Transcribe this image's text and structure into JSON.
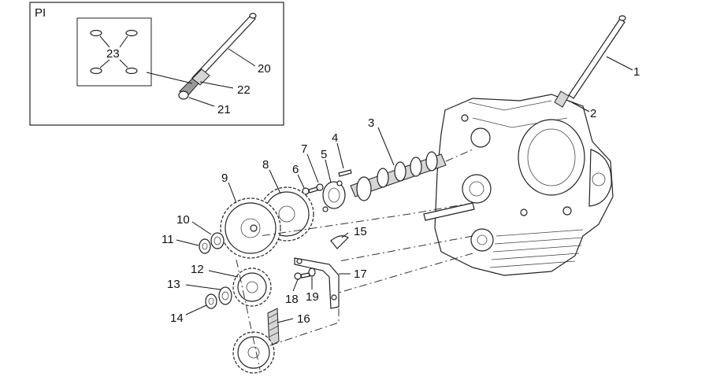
{
  "diagram": {
    "inset_label": "PI",
    "callouts": [
      {
        "id": "1",
        "text": "1"
      },
      {
        "id": "2",
        "text": "2"
      },
      {
        "id": "3",
        "text": "3"
      },
      {
        "id": "4",
        "text": "4"
      },
      {
        "id": "5",
        "text": "5"
      },
      {
        "id": "6",
        "text": "6"
      },
      {
        "id": "7",
        "text": "7"
      },
      {
        "id": "8",
        "text": "8"
      },
      {
        "id": "9",
        "text": "9"
      },
      {
        "id": "10",
        "text": "10"
      },
      {
        "id": "11",
        "text": "11"
      },
      {
        "id": "12",
        "text": "12"
      },
      {
        "id": "13",
        "text": "13"
      },
      {
        "id": "14",
        "text": "14"
      },
      {
        "id": "15",
        "text": "15"
      },
      {
        "id": "16",
        "text": "16"
      },
      {
        "id": "17",
        "text": "17"
      },
      {
        "id": "18",
        "text": "18"
      },
      {
        "id": "19",
        "text": "19"
      },
      {
        "id": "20",
        "text": "20"
      },
      {
        "id": "21",
        "text": "21"
      },
      {
        "id": "22",
        "text": "22"
      },
      {
        "id": "23",
        "text": "23"
      }
    ]
  }
}
